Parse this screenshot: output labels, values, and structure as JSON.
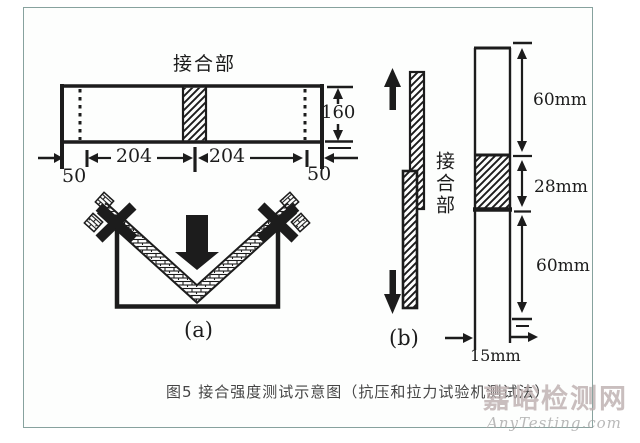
{
  "figure": {
    "caption": "图5 接合强度测试示意图（抗压和拉力试验机测试法）",
    "watermark_cn": "嘉峪检测网",
    "watermark_en": "AnyTesting.com"
  },
  "top_view": {
    "joint_label": "接合部",
    "height_dim": "160",
    "segment_left_dim": "204",
    "segment_right_dim": "204",
    "end_left_dim": "50",
    "end_right_dim": "50"
  },
  "panel_a": {
    "label": "(a)"
  },
  "panel_b": {
    "label": "(b)",
    "joint_label": "接合部",
    "dim_top": "60mm",
    "dim_middle": "28mm",
    "dim_bottom": "60mm",
    "dim_width": "15mm"
  },
  "colors": {
    "line": "#1c1c1c",
    "frame_border": "#87a29e",
    "watermark": "#bab0b0"
  }
}
